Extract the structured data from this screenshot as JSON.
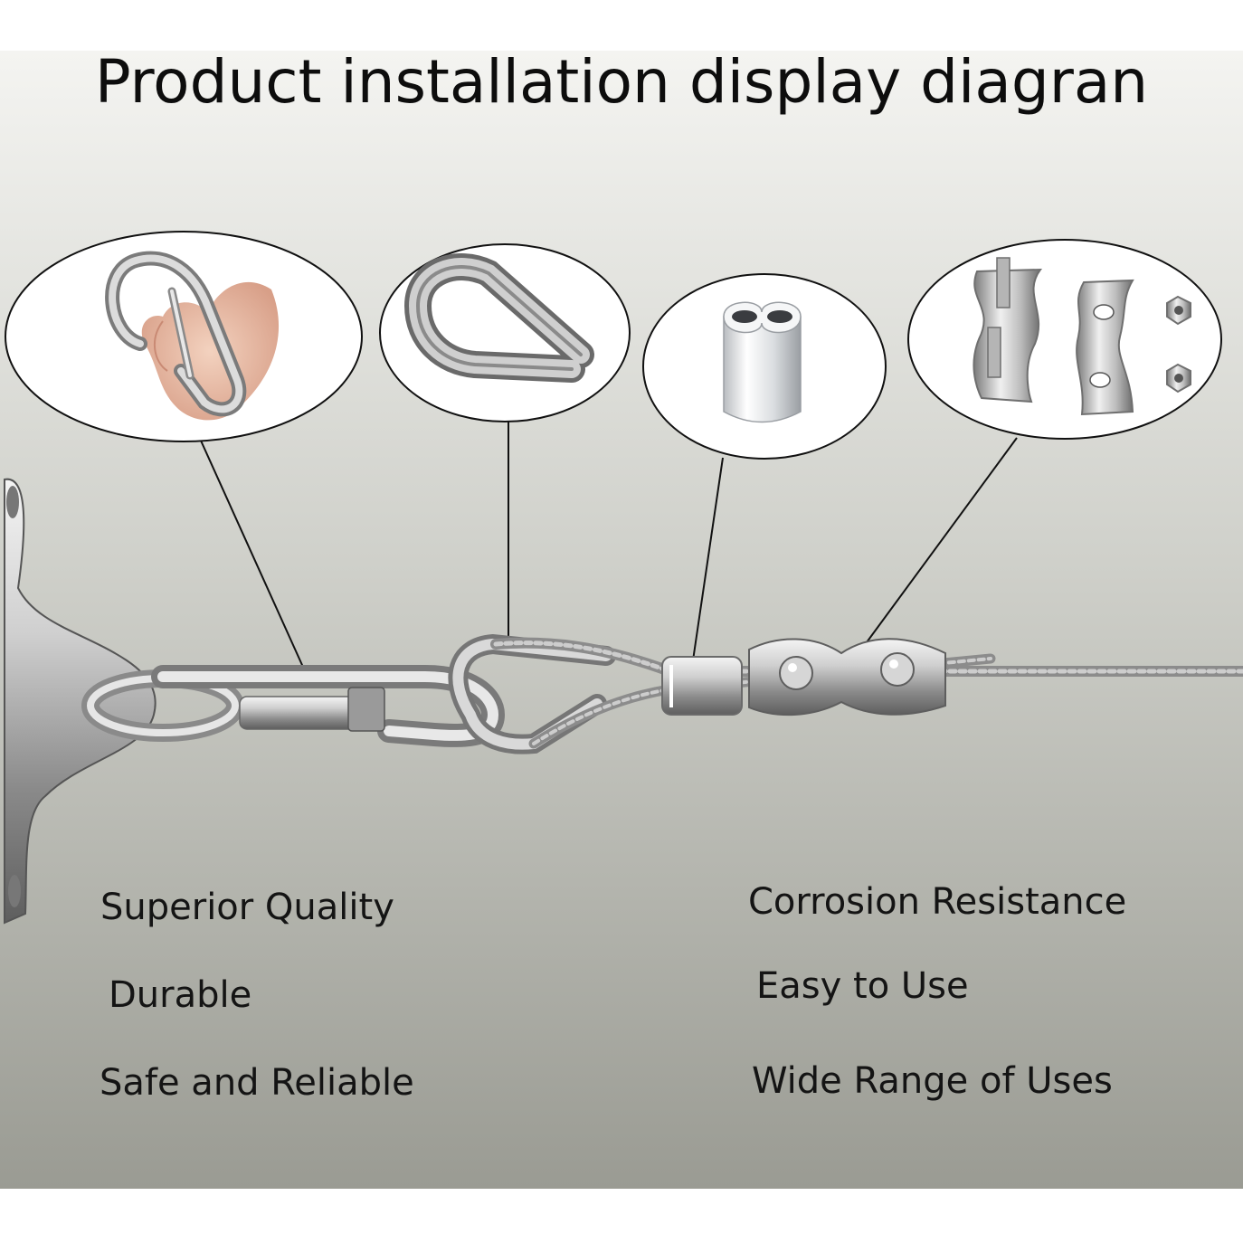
{
  "title": "Product installation display diagran",
  "colors": {
    "panel_top": "#f2f2ef",
    "panel_bottom": "#9c9d95",
    "steel_light": "#eeeeee",
    "steel_dark": "#6f6f6f",
    "callout_line": "#111111",
    "text": "#141414"
  },
  "callouts": [
    {
      "name": "spring-snap-hook",
      "icon": "snap-hook-icon"
    },
    {
      "name": "wire-rope-thimble",
      "icon": "thimble-icon"
    },
    {
      "name": "aluminum-ferrule-sleeve",
      "icon": "ferrule-icon"
    },
    {
      "name": "duplex-wire-rope-clip",
      "icon": "wire-clip-icon"
    }
  ],
  "features_left": [
    "Superior Quality",
    "Durable",
    "Safe and Reliable"
  ],
  "features_right": [
    "Corrosion Resistance",
    "Easy to Use",
    "Wide Range of Uses"
  ]
}
